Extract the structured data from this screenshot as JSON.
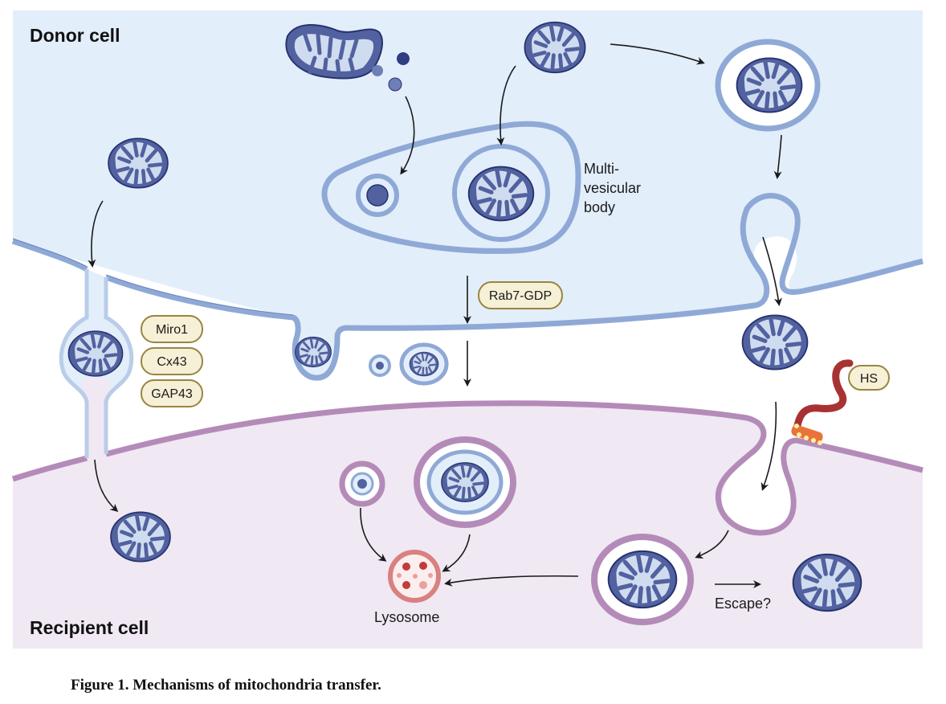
{
  "figure": {
    "title": "Mechanisms of mitochondria transfer",
    "caption": "Figure 1. Mechanisms of mitochondria transfer.",
    "regions": {
      "donor_label": "Donor cell",
      "recipient_label": "Recipient cell"
    },
    "labels": {
      "mvb_line1": "Multi-",
      "mvb_line2": "vesicular",
      "mvb_line3": "body",
      "lysosome": "Lysosome",
      "escape": "Escape?"
    },
    "pills": {
      "rab7": "Rab7-GDP",
      "miro1": "Miro1",
      "cx43": "Cx43",
      "gap43": "GAP43",
      "hs": "HS"
    },
    "colors": {
      "donor_bg": "#e3eefb",
      "recipient_bg": "#f0e8f3",
      "donor_membrane": "#8fa9d6",
      "recipient_membrane": "#b48bb8",
      "mito_outer": "#4a5a9e",
      "mito_inner": "#c8d6ec",
      "pill_fill": "#f6f0d6",
      "pill_stroke": "#9a8440",
      "lysosome": "#d98080",
      "hs_chain": "#a83232"
    }
  }
}
